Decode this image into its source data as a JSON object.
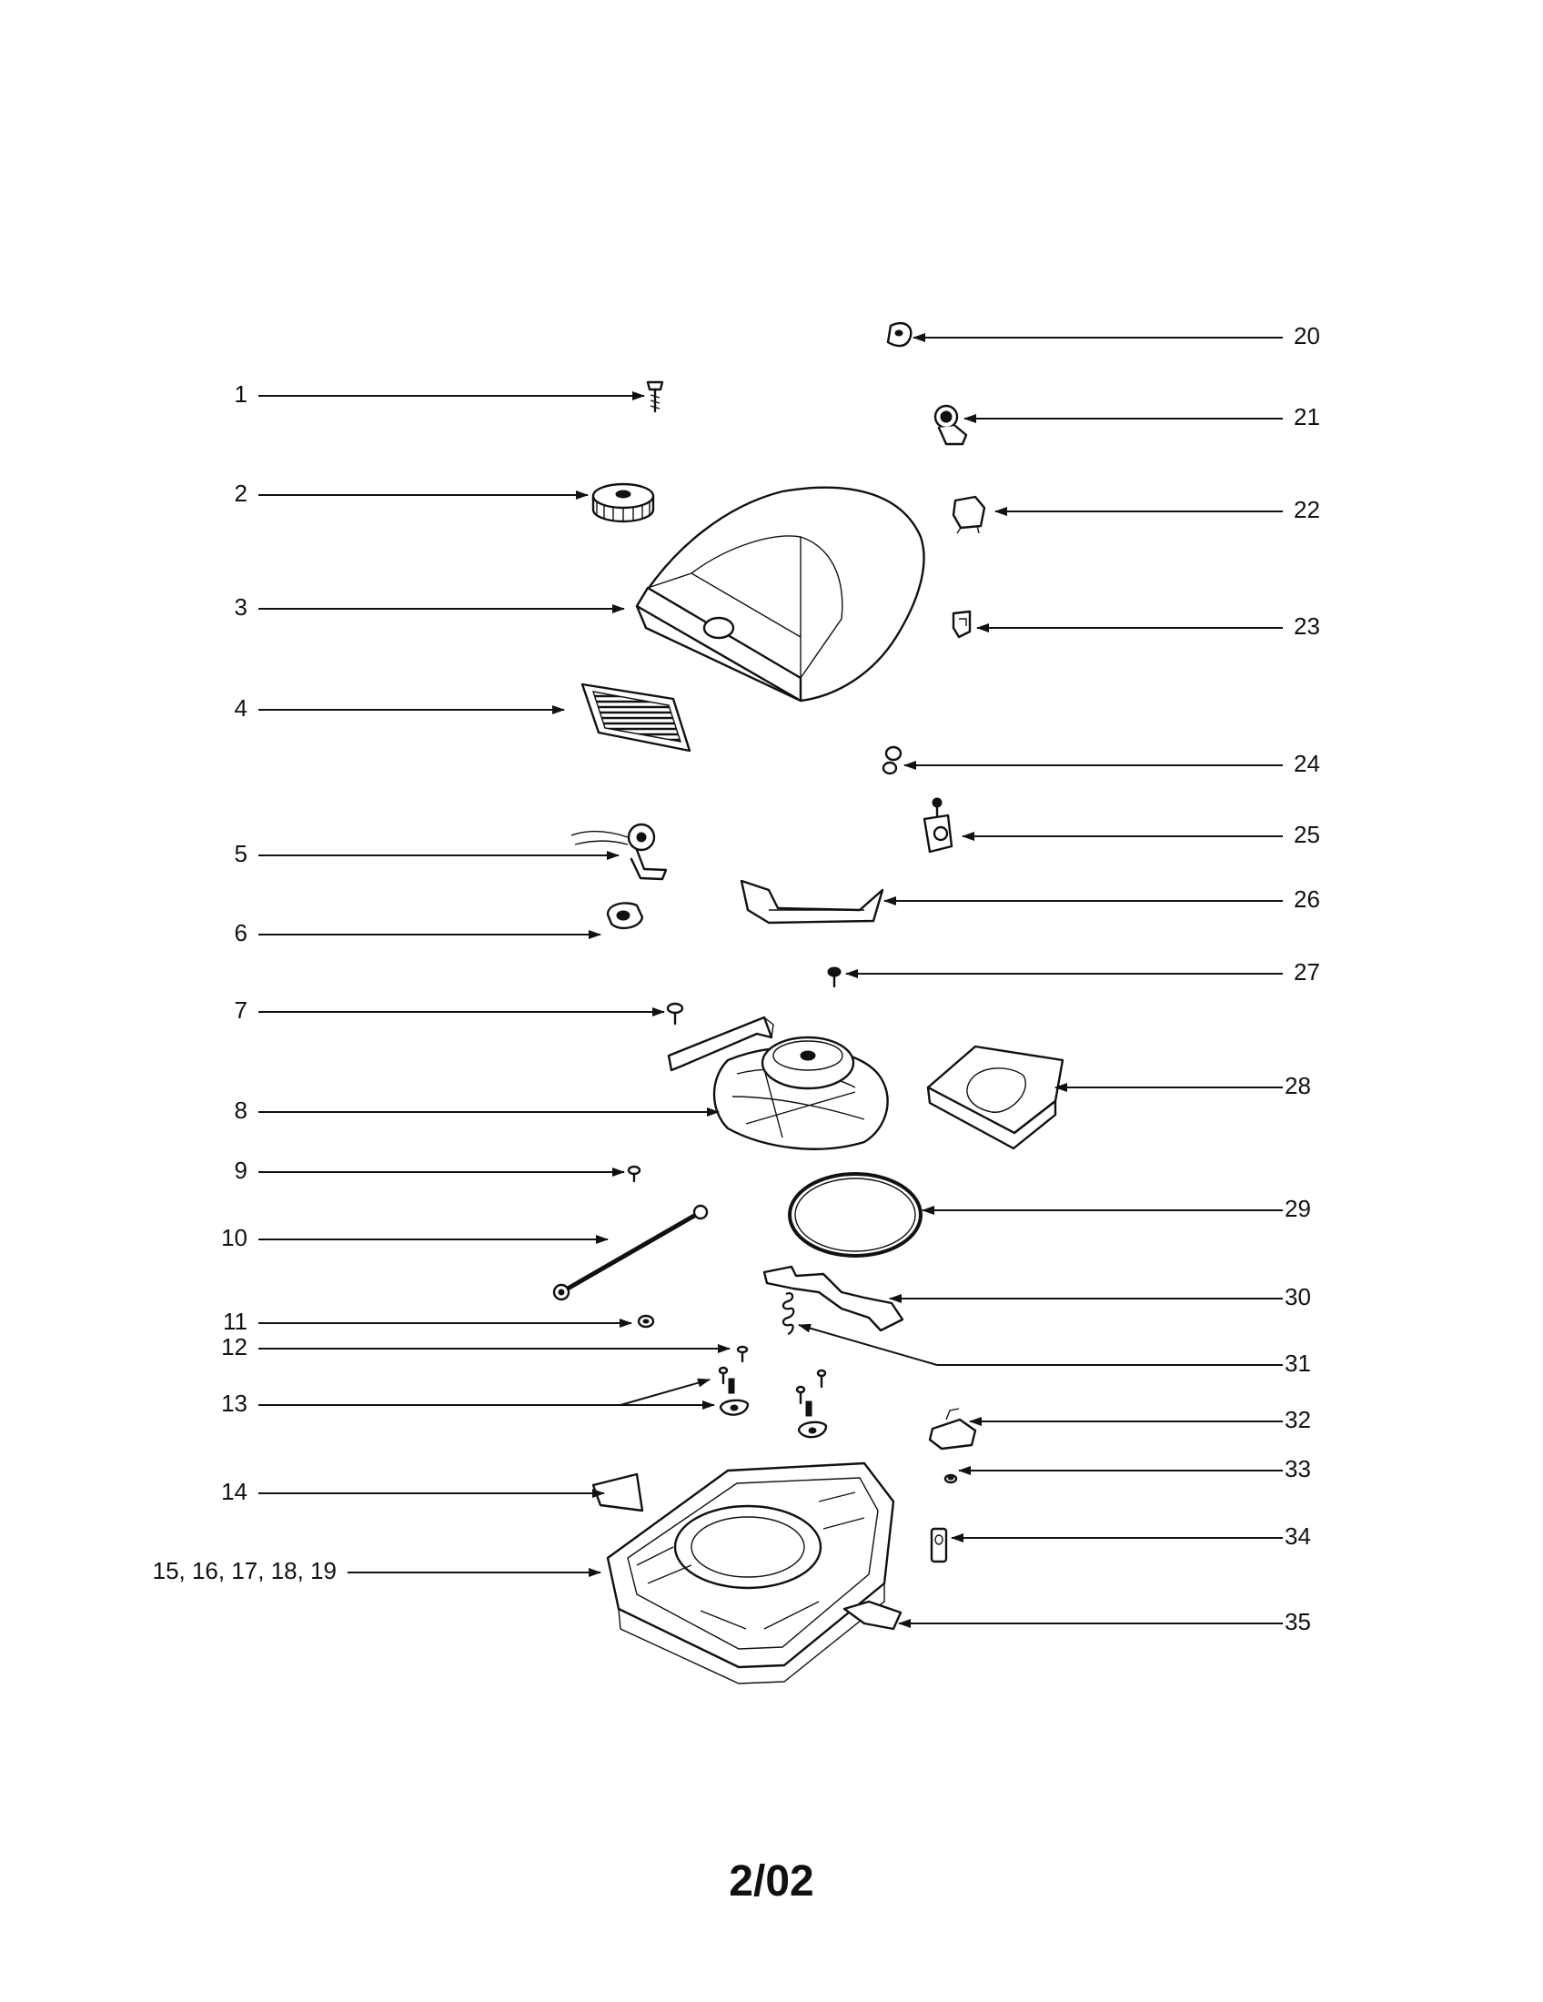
{
  "callouts": [
    {
      "id": "c1",
      "text": "1"
    },
    {
      "id": "c2",
      "text": "2"
    },
    {
      "id": "c3",
      "text": "3"
    },
    {
      "id": "c4",
      "text": "4"
    },
    {
      "id": "c5",
      "text": "5"
    },
    {
      "id": "c6",
      "text": "6"
    },
    {
      "id": "c7",
      "text": "7"
    },
    {
      "id": "c8",
      "text": "8"
    },
    {
      "id": "c9",
      "text": "9"
    },
    {
      "id": "c10",
      "text": "10"
    },
    {
      "id": "c11",
      "text": "11"
    },
    {
      "id": "c12",
      "text": "12"
    },
    {
      "id": "c13",
      "text": "13"
    },
    {
      "id": "c14",
      "text": "14"
    },
    {
      "id": "c15",
      "text": "15, 16, 17, 18, 19"
    },
    {
      "id": "c20",
      "text": "20"
    },
    {
      "id": "c21",
      "text": "21"
    },
    {
      "id": "c22",
      "text": "22"
    },
    {
      "id": "c23",
      "text": "23"
    },
    {
      "id": "c24",
      "text": "24"
    },
    {
      "id": "c25",
      "text": "25"
    },
    {
      "id": "c26",
      "text": "26"
    },
    {
      "id": "c27",
      "text": "27"
    },
    {
      "id": "c28",
      "text": "28"
    },
    {
      "id": "c29",
      "text": "29"
    },
    {
      "id": "c30",
      "text": "30"
    },
    {
      "id": "c31",
      "text": "31"
    },
    {
      "id": "c32",
      "text": "32"
    },
    {
      "id": "c33",
      "text": "33"
    },
    {
      "id": "c34",
      "text": "34"
    },
    {
      "id": "c35",
      "text": "35"
    }
  ],
  "page_code": "2/02"
}
